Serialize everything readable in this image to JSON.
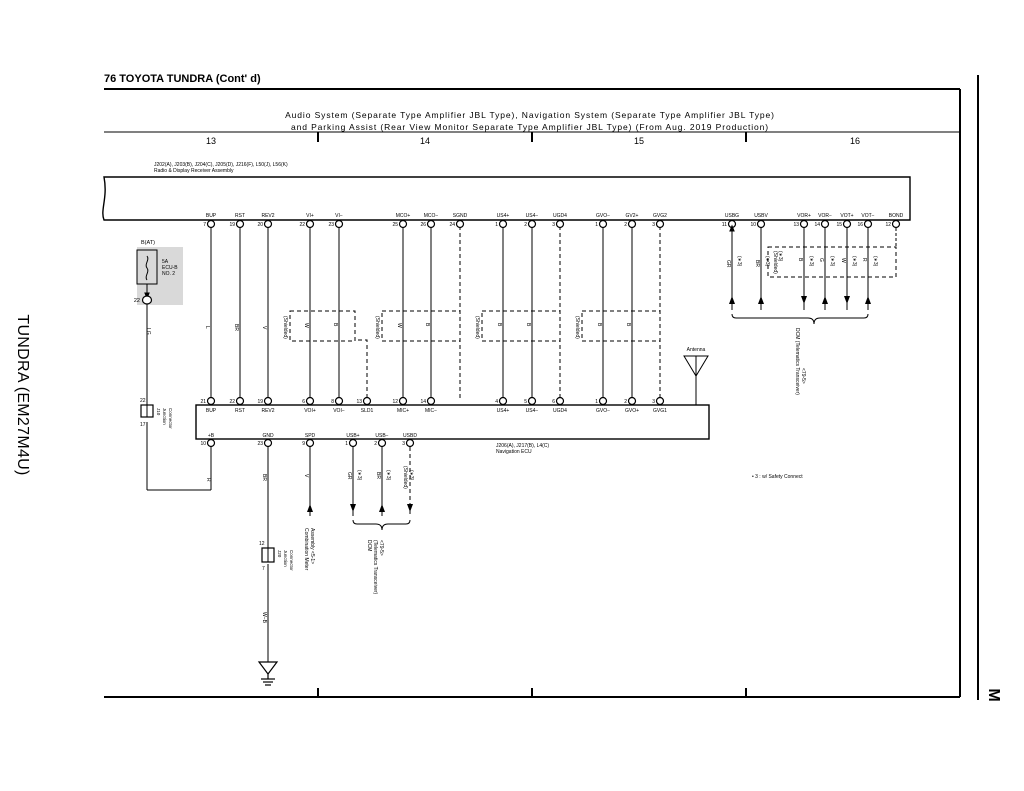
{
  "page": {
    "header": "76  TOYOTA TUNDRA (Cont' d)",
    "side_title": "TUNDRA (EM27M4U)",
    "side_letter": "M",
    "title_line1": "Audio System (Separate Type Amplifier JBL Type),  Navigation System (Separate Type Amplifier JBL Type)",
    "title_line2": "and Parking Assist (Rear View Monitor Separate Type Amplifier JBL Type) (From Aug.  2019 Production)",
    "grid_numbers": [
      "13",
      "14",
      "15",
      "16"
    ]
  },
  "radio": {
    "connectors": "J202(A), J203(B), J204(C), J205(D), J216(F), L50(J), L56(K)",
    "name": "Radio & Display Receiver Assembly"
  },
  "nav": {
    "connectors": "J206(A), J217(B), L4(C)",
    "name": "Navigation ECU"
  },
  "fuse": {
    "battery": "B(AT)",
    "l1": "5A",
    "l2": "ECU-B",
    "l3": "NO. 2"
  },
  "labels": {
    "shielded": "(Shielded)",
    "antenna": "Antenna",
    "safety": "• 3  : w/ Safety Connect",
    "dcm_right_1": "DCM (Telematics Transceiver)",
    "dcm_right_2": "<79-5>",
    "dcm_bottom_1": "DCM",
    "dcm_bottom_2": "(Telematics Transceiver)",
    "dcm_bottom_3": "<79-5>",
    "meter_1": "Combination Meter",
    "meter_2": "Assembly <5-1>",
    "junction": "Junction",
    "connector": "Connector",
    "j10": "J10",
    "j20": "J20"
  },
  "pins": {
    "bup": {
      "name": "BUP",
      "top": "7",
      "bottom": "21",
      "wire": "L"
    },
    "rst": {
      "name": "RST",
      "top": "19",
      "bottom": "22",
      "wire": "BR"
    },
    "rev2": {
      "name": "REV2",
      "top": "20",
      "bottom": "19",
      "wire": "V"
    },
    "vi": {
      "top_name": "VI+",
      "top_num": "22",
      "bottom_name": "VOI+",
      "bottom_num": "6",
      "wire": "W"
    },
    "vim": {
      "top_name": "VI−",
      "top_num": "23",
      "bottom_name": "VOI−",
      "bottom_num": "8",
      "wire": "B"
    },
    "mco": {
      "top_name": "MCO+",
      "top_num": "25",
      "bottom_name": "MIC+",
      "bottom_num": "12",
      "wire": "W"
    },
    "mcom": {
      "top_name": "MCO−",
      "top_num": "26",
      "bottom_name": "MIC−",
      "bottom_num": "14",
      "wire": "B"
    },
    "sgnd": {
      "top_name": "SGND",
      "top_num": "24",
      "bottom_name": "SLD1",
      "bottom_num": "13"
    },
    "us4": {
      "top_name": "US4+",
      "top_num": "1",
      "bottom_name": "US4+",
      "bottom_num": "4",
      "wire": "B"
    },
    "us4m": {
      "top_name": "US4−",
      "top_num": "2",
      "bottom_name": "US4−",
      "bottom_num": "5",
      "wire": "B"
    },
    "ugd4": {
      "top_name": "UGD4",
      "top_num": "3",
      "bottom_name": "UGD4",
      "bottom_num": "6"
    },
    "gvo": {
      "top_name": "GVO−",
      "top_num": "1",
      "bottom_name": "GVO−",
      "bottom_num": "1",
      "wire": "B"
    },
    "gv2": {
      "top_name": "GV2+",
      "top_num": "2",
      "bottom_name": "GVO+",
      "bottom_num": "2",
      "wire": "B"
    },
    "gvg2": {
      "top_name": "GVG2",
      "top_num": "3",
      "bottom_name": "GVG1",
      "bottom_num": "3"
    },
    "usbg": {
      "name": "USBG",
      "num": "11",
      "wire": "GR",
      "mark": "(∗3)"
    },
    "usbv": {
      "name": "USBV",
      "num": "10",
      "wire": "BR",
      "mark": "(∗3)"
    },
    "vor": {
      "name": "VOR+",
      "num": "13",
      "wire": "B",
      "mark": "(∗3)"
    },
    "vorm": {
      "name": "VOR−",
      "num": "14",
      "wire": "G",
      "mark": "(∗3)"
    },
    "vot": {
      "name": "VOT+",
      "num": "15",
      "wire": "W",
      "mark": "(∗3)"
    },
    "votm": {
      "name": "VOT−",
      "num": "16",
      "wire": "R",
      "mark": "(∗3)"
    },
    "bond": {
      "name": "BOND",
      "num": "12"
    },
    "ig": {
      "name": "+B",
      "num": "10",
      "wire": "R"
    },
    "gnd": {
      "name": "GND",
      "num": "23",
      "wire": "BR"
    },
    "spd": {
      "name": "SPD",
      "num": "9",
      "wire": "V"
    },
    "usbp": {
      "name": "USB+",
      "num": "1",
      "wire": "GR",
      "mark": "(∗3)"
    },
    "usbm": {
      "name": "USB−",
      "num": "2",
      "wire": "BR",
      "mark": "(∗3)"
    },
    "usbd": {
      "name": "USBD",
      "num": "3",
      "wire": "(∗3)"
    },
    "fuse_pin": "22",
    "j10_top": "22",
    "j10_bottom": "17",
    "j20_top": "12",
    "j20_bottom": "7",
    "gnd_wire_lower": "W−B",
    "ig_wire": "LG"
  }
}
